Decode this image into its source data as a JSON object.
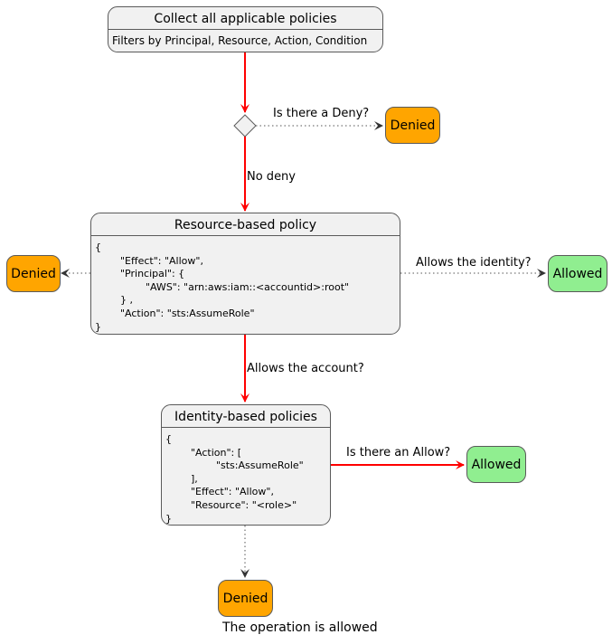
{
  "nodes": {
    "collect": {
      "title": "Collect all applicable policies",
      "subtitle": "Filters by Principal, Resource, Action, Condition"
    },
    "resource_policy": {
      "title": "Resource-based policy",
      "body": "{\n\t\"Effect\": \"Allow\",\n\t\"Principal\": {\n\t\t\"AWS\": \"arn:aws:iam::<accountid>:root\"\n\t} ,\n\t\"Action\": \"sts:AssumeRole\"\n}"
    },
    "identity_policy": {
      "title": "Identity-based policies",
      "body": "{\n\t\"Action\": [\n\t\t\"sts:AssumeRole\"\n\t],\n\t\"Effect\": \"Allow\",\n\t\"Resource\": \"<role>\"\n}"
    },
    "denied_label": "Denied",
    "allowed_label": "Allowed"
  },
  "edges": {
    "is_there_a_deny": "Is there a Deny?",
    "no_deny": "No deny",
    "allows_the_identity": "Allows the identity?",
    "allows_the_account": "Allows the account?",
    "is_there_an_allow": "Is there an Allow?"
  },
  "footer": "The operation is allowed",
  "colors": {
    "box_fill": "#f1f1f1",
    "denied": "#ffa500",
    "allowed": "#90ee90",
    "active_edge": "#ff0000",
    "dotted_edge": "#555555"
  }
}
